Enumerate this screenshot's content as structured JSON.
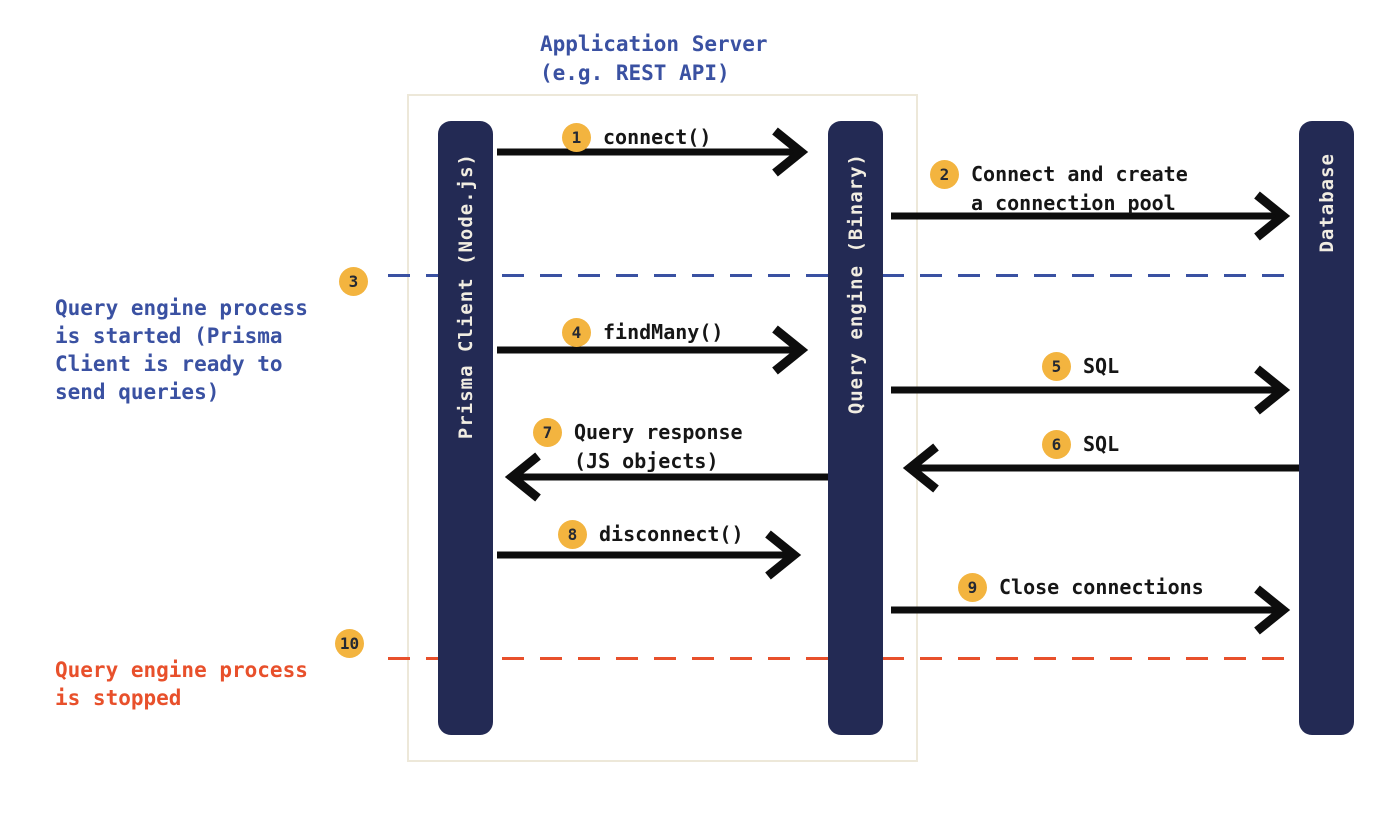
{
  "diagram": {
    "app_server_title": "Application Server\n(e.g. REST API)",
    "lifelines": [
      {
        "id": "prisma-client",
        "label": "Prisma Client (Node.js)"
      },
      {
        "id": "query-engine",
        "label": "Query engine (Binary)"
      },
      {
        "id": "database",
        "label": "Database"
      }
    ],
    "steps": [
      {
        "num": "1",
        "label": "connect()"
      },
      {
        "num": "2",
        "label": "Connect and create\na connection pool"
      },
      {
        "num": "3",
        "label": "Query engine process\nis started (Prisma\nClient is ready to\nsend queries)"
      },
      {
        "num": "4",
        "label": "findMany()"
      },
      {
        "num": "5",
        "label": "SQL"
      },
      {
        "num": "6",
        "label": "SQL"
      },
      {
        "num": "7",
        "label": "Query response\n(JS objects)"
      },
      {
        "num": "8",
        "label": "disconnect()"
      },
      {
        "num": "9",
        "label": "Close connections"
      },
      {
        "num": "10",
        "label": "Query engine process\nis stopped"
      }
    ],
    "colors": {
      "lifeline_bar": "#232A54",
      "bar_text": "#F1EDE2",
      "annotation_blue": "#3A51A2",
      "annotation_orange": "#E8502B",
      "badge_background": "#F3B43F",
      "arrow_black": "#0D0D0D",
      "app_box_border": "#EDE8D9",
      "background": "#FFFFFF"
    }
  }
}
